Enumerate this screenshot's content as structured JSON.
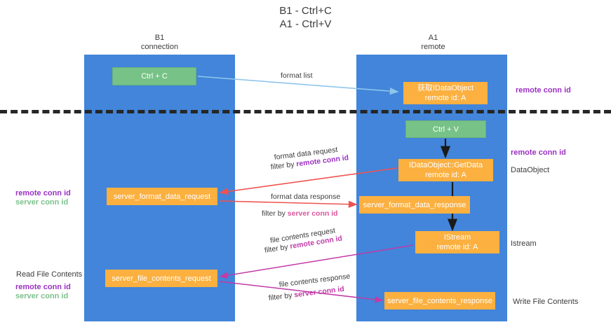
{
  "title": "B1 - Ctrl+C\nA1 - Ctrl+V",
  "columns": {
    "b1": "B1\nconnection",
    "a1": "A1\nremote"
  },
  "nodes": {
    "ctrl_c": "Ctrl + C",
    "data_object_line1": "获取IDataObject",
    "data_object_line2": "remote id: A",
    "ctrl_v": "Ctrl + V",
    "get_data_line1": "IDataObject::GetData",
    "get_data_line2": "remote id: A",
    "server_format_data_request": "server_format_data_request",
    "server_format_data_response": "server_format_data_response",
    "istream_line1": "IStream",
    "istream_line2": "remote id: A",
    "server_file_contents_request": "server_file_contents_request",
    "server_file_contents_response": "server_file_contents_response"
  },
  "arrow_labels": {
    "format_list": "format list",
    "format_data_request": "format data request",
    "format_data_request_filter_prefix": "filter by ",
    "format_data_request_filter_key": "remote conn id",
    "format_data_response": "format data response",
    "format_data_response_filter_prefix": "filter by ",
    "format_data_response_filter_key": "server conn id",
    "file_contents_request": "file contents request",
    "file_contents_request_filter_prefix": "filter by ",
    "file_contents_request_filter_key": "remote conn id",
    "file_contents_response": "file contents response",
    "file_contents_response_filter_prefix": "filter by ",
    "file_contents_response_filter_key": "server conn id"
  },
  "side_labels": {
    "right_remote_conn_id_top": "remote conn id",
    "right_remote_conn_id_mid": "remote conn id",
    "right_data_object": "DataObject",
    "right_istream": "Istream",
    "right_write_file_contents": "Write File Contents",
    "left_remote_conn_id_mid": "remote conn id",
    "left_server_conn_id_mid": "server conn id",
    "left_read_file_contents": "Read File Contents",
    "left_remote_conn_id_bottom": "remote conn id",
    "left_server_conn_id_bottom": "server conn id"
  },
  "colors": {
    "lane": "#4285da",
    "green_node": "#77c287",
    "orange_node": "#fbb040",
    "purple": "#9b30c4",
    "green_text": "#7cc08b",
    "pink": "#d9559c",
    "blue_arrow": "#8ec6ec",
    "red_arrow": "#ef5350",
    "magenta_arrow": "#c13ba7",
    "black_arrow": "#1a1a1a",
    "divider": "#262626"
  }
}
